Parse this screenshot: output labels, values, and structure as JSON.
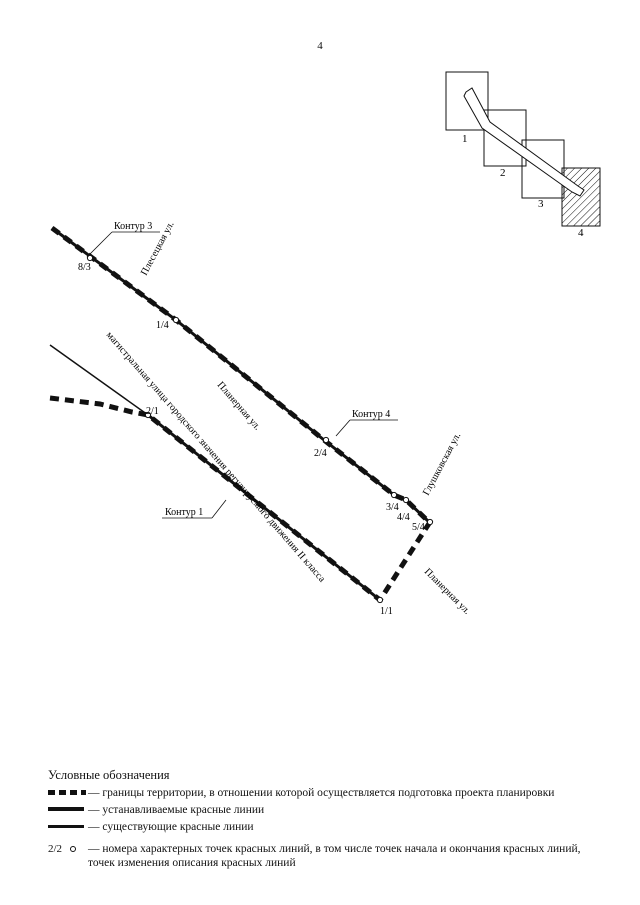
{
  "page_number": "4",
  "index_map": {
    "sheets": [
      "1",
      "2",
      "3",
      "4"
    ]
  },
  "contours": {
    "c3": "Контур 3",
    "c4": "Контур 4",
    "c1": "Контур 1"
  },
  "points": {
    "p83": "8/3",
    "p14": "1/4",
    "p21": "2/1",
    "p24": "2/4",
    "p34": "3/4",
    "p44": "4/4",
    "p54": "5/4",
    "p11": "1/1"
  },
  "streets": {
    "plesetskaya": "Плесецкая ул.",
    "planernaya_main": "Планерная ул.",
    "magistral": "магистральная улица городского значения регулируемого движения II класса",
    "glushkova": "Глушковская ул.",
    "planernaya_lower": "Планерная ул."
  },
  "legend": {
    "title": "Условные обозначения",
    "items": [
      {
        "type": "dashed",
        "text": "— границы территории, в отношении которой осуществляется подготовка проекта планировки"
      },
      {
        "type": "solid-thick",
        "text": "— устанавливаемые красные линии"
      },
      {
        "type": "solid-medium",
        "text": "— существующие красные линии"
      },
      {
        "type": "point",
        "symbol": "2/2",
        "text": "— номера характерных точек красных линий, в том числе точек начала и окончания красных линий, точек изменения описания красных линий"
      }
    ]
  },
  "colors": {
    "ink": "#111111",
    "background": "#ffffff"
  }
}
